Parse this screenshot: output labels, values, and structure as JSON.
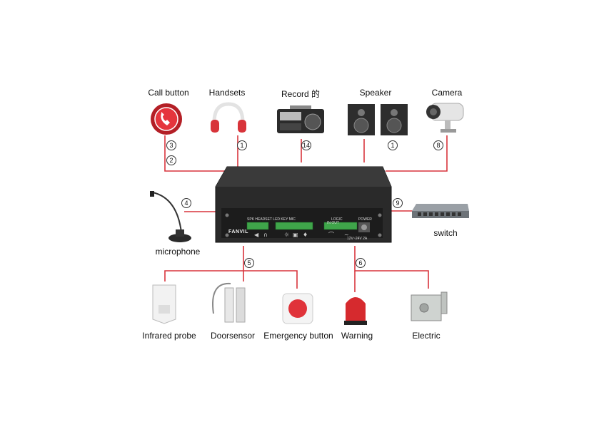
{
  "labels": {
    "call_button": "Call button",
    "handsets": "Handsets",
    "record": "Record 的",
    "speaker": "Speaker",
    "camera": "Camera",
    "microphone": "microphone",
    "switch": "switch",
    "infrared_probe": "Infrared probe",
    "doorsensor": "Doorsensor",
    "emergency_button": "Emergency button",
    "warning": "Warning",
    "electric": "Electric"
  },
  "ports": {
    "call_a": "3",
    "call_b": "2",
    "handsets": "1",
    "record": "14",
    "speaker": "1",
    "camera": "8",
    "microphone": "4",
    "switch": "9",
    "alarm_in": "5",
    "alarm_out": "6"
  },
  "device": {
    "brand": "FANVIL",
    "port_labels_left": "SPK  HEADSET  LED  KEY  MIC",
    "port_labels_right": "LOGIC",
    "port_sub_right": "IN    OUT",
    "power_label": "POWER",
    "power_spec": "12V~24V 2A"
  },
  "colors": {
    "line": "#d9343c",
    "device": "#242424",
    "terminal": "#3fa54a"
  }
}
